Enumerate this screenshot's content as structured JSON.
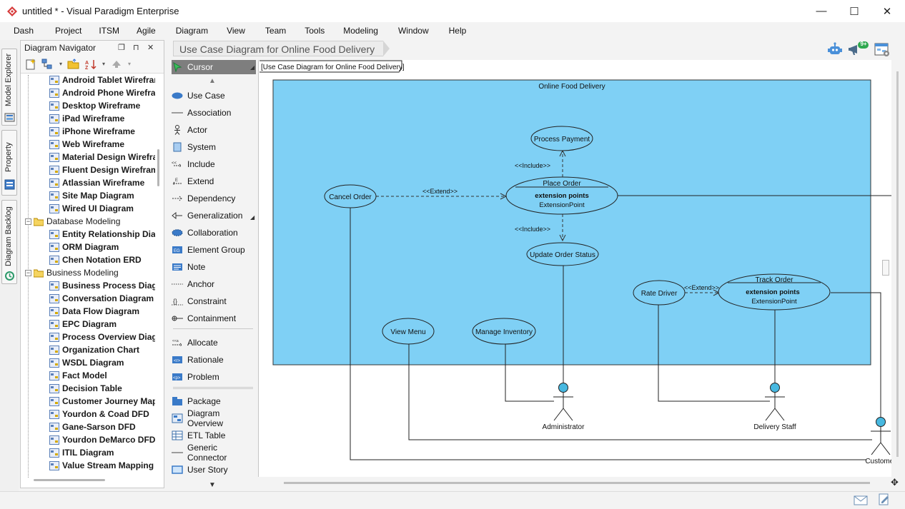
{
  "window": {
    "title": "untitled * - Visual Paradigm Enterprise",
    "minimize_glyph": "—",
    "maximize_glyph": "☐",
    "close_glyph": "✕"
  },
  "menu": [
    "Dash",
    "Project",
    "ITSM",
    "Agile",
    "Diagram",
    "View",
    "Team",
    "Tools",
    "Modeling",
    "Window",
    "Help"
  ],
  "left_tabs": [
    "Model Explorer",
    "Property",
    "Diagram Backlog"
  ],
  "navigator": {
    "title": "Diagram Navigator",
    "tree": [
      {
        "label": "Android Tablet Wireframe",
        "type": "leaf"
      },
      {
        "label": "Android Phone Wireframe",
        "type": "leaf"
      },
      {
        "label": "Desktop Wireframe",
        "type": "leaf"
      },
      {
        "label": "iPad Wireframe",
        "type": "leaf"
      },
      {
        "label": "iPhone Wireframe",
        "type": "leaf"
      },
      {
        "label": "Web Wireframe",
        "type": "leaf"
      },
      {
        "label": "Material Design Wireframe",
        "type": "leaf"
      },
      {
        "label": "Fluent Design Wireframe",
        "type": "leaf"
      },
      {
        "label": "Atlassian Wireframe",
        "type": "leaf"
      },
      {
        "label": "Site Map Diagram",
        "type": "leaf"
      },
      {
        "label": "Wired UI Diagram",
        "type": "leaf"
      },
      {
        "label": "Database Modeling",
        "type": "cat"
      },
      {
        "label": "Entity Relationship Diagram",
        "type": "leaf"
      },
      {
        "label": "ORM Diagram",
        "type": "leaf"
      },
      {
        "label": "Chen Notation ERD",
        "type": "leaf"
      },
      {
        "label": "Business Modeling",
        "type": "cat"
      },
      {
        "label": "Business Process Diagram",
        "type": "leaf"
      },
      {
        "label": "Conversation Diagram",
        "type": "leaf"
      },
      {
        "label": "Data Flow Diagram",
        "type": "leaf"
      },
      {
        "label": "EPC Diagram",
        "type": "leaf"
      },
      {
        "label": "Process Overview Diagram",
        "type": "leaf"
      },
      {
        "label": "Organization Chart",
        "type": "leaf"
      },
      {
        "label": "WSDL Diagram",
        "type": "leaf"
      },
      {
        "label": "Fact Model",
        "type": "leaf"
      },
      {
        "label": "Decision Table",
        "type": "leaf"
      },
      {
        "label": "Customer Journey Mapping",
        "type": "leaf"
      },
      {
        "label": "Yourdon & Coad DFD",
        "type": "leaf"
      },
      {
        "label": "Gane-Sarson DFD",
        "type": "leaf"
      },
      {
        "label": "Yourdon DeMarco DFD",
        "type": "leaf"
      },
      {
        "label": "ITIL Diagram",
        "type": "leaf"
      },
      {
        "label": "Value Stream Mapping",
        "type": "leaf"
      }
    ]
  },
  "breadcrumb": "Use Case Diagram for Online Food Delivery",
  "notification_badge": "9+",
  "palette": [
    {
      "label": "Cursor",
      "icon": "cursor-icon"
    },
    {
      "label": "Use Case",
      "icon": "use-case-icon"
    },
    {
      "label": "Association",
      "icon": "association-icon"
    },
    {
      "label": "Actor",
      "icon": "actor-icon"
    },
    {
      "label": "System",
      "icon": "system-icon"
    },
    {
      "label": "Include",
      "icon": "include-icon"
    },
    {
      "label": "Extend",
      "icon": "extend-icon"
    },
    {
      "label": "Dependency",
      "icon": "dependency-icon"
    },
    {
      "label": "Generalization",
      "icon": "generalization-icon"
    },
    {
      "label": "Collaboration",
      "icon": "collaboration-icon"
    },
    {
      "label": "Element Group",
      "icon": "element-group-icon"
    },
    {
      "label": "Note",
      "icon": "note-icon"
    },
    {
      "label": "Anchor",
      "icon": "anchor-icon"
    },
    {
      "label": "Constraint",
      "icon": "constraint-icon"
    },
    {
      "label": "Containment",
      "icon": "containment-icon"
    },
    {
      "label": "Allocate",
      "icon": "allocate-icon"
    },
    {
      "label": "Rationale",
      "icon": "rationale-icon"
    },
    {
      "label": "Problem",
      "icon": "problem-icon"
    },
    {
      "label": "Package",
      "icon": "package-icon"
    },
    {
      "label": "Diagram Overview",
      "icon": "diagram-overview-icon"
    },
    {
      "label": "ETL Table",
      "icon": "etl-table-icon"
    },
    {
      "label": "Generic Connector",
      "icon": "generic-connector-icon"
    },
    {
      "label": "User Story",
      "icon": "user-story-icon"
    }
  ],
  "diagram": {
    "frame_label": "[Use Case Diagram for Online Food Delivery]",
    "system_name": "Online Food Delivery",
    "use_cases": {
      "process_payment": "Process Payment",
      "place_order": "Place Order",
      "cancel_order": "Cancel Order",
      "update_order_status": "Update Order Status",
      "rate_driver": "Rate Driver",
      "track_order": "Track Order",
      "view_menu": "View Menu",
      "manage_inventory": "Manage Inventory"
    },
    "extension_points_title": "extension points",
    "extension_point": "ExtensionPoint",
    "stereotypes": {
      "include": "<<Include>>",
      "extend": "<<Extend>>"
    },
    "actors": {
      "administrator": "Administrator",
      "delivery_staff": "Delivery Staff",
      "customer": "Customer"
    }
  },
  "colors": {
    "system_fill": "#7fd0f5",
    "actor_head": "#47b8e0",
    "palette_selected": "#7e7e7e"
  }
}
